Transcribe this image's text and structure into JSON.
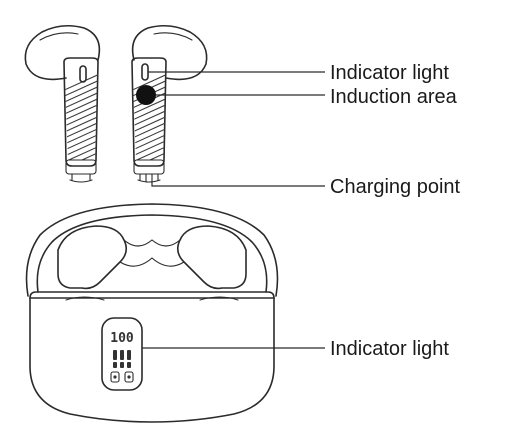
{
  "callouts": {
    "earbud_indicator_light": "Indicator light",
    "induction_area": "Induction area",
    "charging_point": "Charging point",
    "case_indicator_light": "Indicator light"
  },
  "case_display": {
    "battery_digits": "100"
  },
  "colors": {
    "line": "#2b2b2b",
    "text": "#1a1a1a",
    "induction_area_fill": "#111111"
  }
}
